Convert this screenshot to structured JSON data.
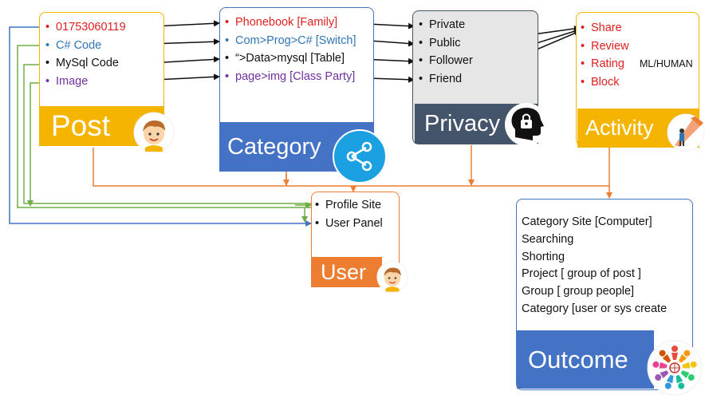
{
  "colors": {
    "post": "#f5b400",
    "category": "#4472c4",
    "privacy": "#44546a",
    "activity": "#f5b400",
    "user": "#ed7d31",
    "outcome": "#4472c4",
    "red_text": "#e02020",
    "blue_text": "#2e75b6",
    "purple_text": "#7030a0",
    "orange_line": "#ed7d31",
    "green_line": "#70ad47",
    "blue_line": "#4472c4"
  },
  "post": {
    "title": "Post",
    "items": [
      "01753060119",
      "C# Code",
      "MySql Code",
      "Image"
    ],
    "avatar_icon": "boy-avatar-icon"
  },
  "category": {
    "title": "Category",
    "items": [
      "Phonebook [Family]",
      "Com>Prog>C# [Switch]",
      "“>Data>mysql [Table]",
      "page>img [Class Party]"
    ],
    "icon": "share-icon"
  },
  "privacy": {
    "title": "Privacy",
    "items": [
      "Private",
      "Public",
      "Follower",
      "Friend"
    ],
    "icon": "head-lock-icon"
  },
  "activity": {
    "title": "Activity",
    "items": [
      "Share",
      "Review",
      "Rating",
      "Block"
    ],
    "note": "ML/HUMAN",
    "icon": "spotlight-person-icon"
  },
  "user": {
    "title": "User",
    "items": [
      "Profile Site",
      "User Panel"
    ],
    "avatar_icon": "boy-avatar-icon"
  },
  "outcome": {
    "title": "Outcome",
    "items": [
      "Category Site [Computer]",
      "Searching",
      "Shorting",
      "Project [ group of post ]",
      "Group [ group people]",
      "Category [user or sys create"
    ],
    "icon": "people-circle-icon"
  }
}
